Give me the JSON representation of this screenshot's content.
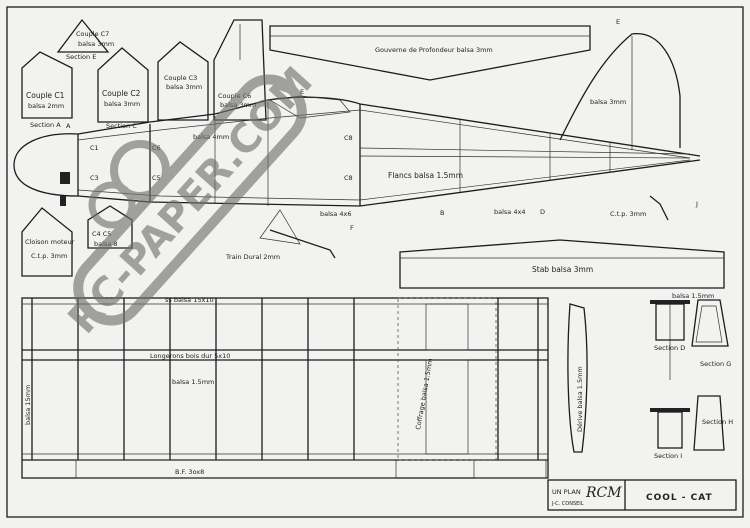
{
  "colors": {
    "paper": "#f2f2f0",
    "ink": "#1c1c1c",
    "watermark": "#6f6f6f"
  },
  "watermark": {
    "text": "RC-PAPER.COM"
  },
  "frame": {
    "c7": "Couple C7",
    "c7_sub": "balsa 3mm",
    "section_e": "Section E",
    "c1": "Couple C1",
    "c1_sub": "balsa 2mm",
    "section_a": "Section A",
    "c2": "Couple C2",
    "c2_sub": "balsa 3mm",
    "section_c": "Section C",
    "c3": "Couple C3",
    "c3_sub": "balsa 3mm",
    "c6": "Couple C6",
    "c6_sub": "balsa 3mm",
    "cloison": "Cloison moteur",
    "cloison_sub": "C.t.p. 3mm",
    "c4_c5": "C4 C5",
    "c4_c5_sub": "balsa 8"
  },
  "fuselage": {
    "gouverne": "Gouverne de Profondeur  balsa 3mm",
    "balsa_4": "balsa 4mm",
    "balsa_6": "balsa 4x6",
    "flancs": "Flancs balsa 1.5mm",
    "balsa_4x4": "balsa 4x4",
    "dural": "Train Dural 2mm",
    "ctp": "C.t.p. 3mm",
    "derive": "balsa 3mm",
    "stations": [
      "C1",
      "C3",
      "C5",
      "C6",
      "C8",
      "C4",
      "C2",
      "C7"
    ],
    "sections": [
      "A",
      "B",
      "C",
      "D",
      "E",
      "F",
      "G",
      "H",
      "I",
      "J"
    ]
  },
  "stab": {
    "label": "Stab balsa 3mm"
  },
  "wing": {
    "top_spar": "ss balsa 15x10",
    "longerons": "Longerons bois dur 5x10",
    "balsa_ribs": "balsa 1.5mm",
    "coffrage": "Coffrage balsa 1.5mm",
    "bf": "B.F. 3ox8",
    "balsa_side": "balsa 15mm"
  },
  "derive": {
    "label": "Dérive balsa 1.5mm"
  },
  "sections": {
    "top": "balsa 1.5mm",
    "g": "Section G",
    "d": "Section D",
    "h": "Section H",
    "i": "Section I"
  },
  "titleblock": {
    "plan": "UN PLAN",
    "rcm": "RCM",
    "author": "J-C. CONSEIL",
    "name": "COOL - CAT"
  }
}
